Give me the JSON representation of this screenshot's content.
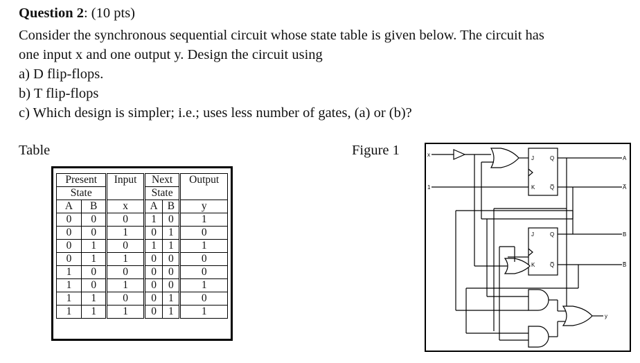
{
  "question": {
    "title_bold": "Question 2",
    "title_rest": ": (10 pts)",
    "line1": "Consider the synchronous sequential circuit whose state table is given below. The circuit has",
    "line2": "one input x and one output y. Design the circuit using",
    "part_a": "a) D flip-flops.",
    "part_b": "b) T flip-flops",
    "part_c": "c) Which design is simpler; i.e.; uses less number of gates, (a) or (b)?"
  },
  "table_caption": "Table",
  "figure_caption": "Figure 1",
  "state_table": {
    "header1": [
      "Present",
      "Input",
      "Next",
      "Output"
    ],
    "header2": [
      "State",
      "State"
    ],
    "subheader": [
      "A",
      "B",
      "x",
      "A",
      "B",
      "y"
    ],
    "rows": [
      [
        "0",
        "0",
        "0",
        "1",
        "0",
        "1"
      ],
      [
        "0",
        "0",
        "1",
        "0",
        "1",
        "0"
      ],
      [
        "0",
        "1",
        "0",
        "1",
        "1",
        "1"
      ],
      [
        "0",
        "1",
        "1",
        "0",
        "0",
        "0"
      ],
      [
        "1",
        "0",
        "0",
        "0",
        "0",
        "0"
      ],
      [
        "1",
        "0",
        "1",
        "0",
        "0",
        "1"
      ],
      [
        "1",
        "1",
        "0",
        "0",
        "1",
        "0"
      ],
      [
        "1",
        "1",
        "1",
        "0",
        "1",
        "1"
      ]
    ]
  },
  "figure": {
    "input_x": "x",
    "input_1": "1",
    "ff_j": "J",
    "ff_k": "K",
    "ff_q": "Q",
    "ff_qbar": "Q̅",
    "out_a": "A",
    "out_abar": "A̅",
    "out_b": "B",
    "out_bbar": "B̅",
    "out_y": "y"
  }
}
